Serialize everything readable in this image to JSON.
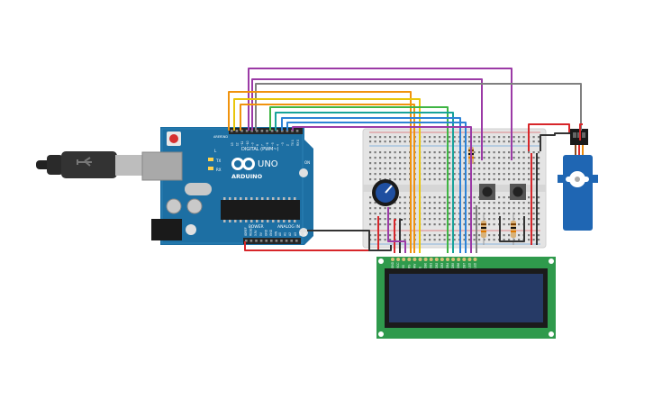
{
  "arduino": {
    "brand": "ARDUINO",
    "model": "UNO",
    "digital_header": "DIGITAL (PWM~)",
    "power_header": "POWER",
    "analog_header": "ANALOG IN",
    "aref": "AREF",
    "gnd": "GND",
    "tx_label": "TX",
    "rx_label": "RX",
    "on_label": "ON",
    "l_label": "L",
    "power_pins": [
      "IOREF",
      "RESET",
      "3.3V",
      "5V",
      "GND",
      "GND",
      "VIN"
    ],
    "analog_pins": [
      "A0",
      "A1",
      "A2",
      "A3",
      "A4",
      "A5"
    ],
    "digital_pins": [
      "13",
      "12",
      "~11",
      "~10",
      "~9",
      "8",
      "7",
      "~6",
      "~5",
      "4",
      "~3",
      "2",
      "TX 1",
      "RX 0"
    ]
  },
  "lcd": {
    "pin_labels": [
      "GND",
      "VCC",
      "V0",
      "RS",
      "RW",
      "E",
      "DB0",
      "DB1",
      "DB2",
      "DB3",
      "DB4",
      "DB5",
      "DB6",
      "DB7",
      "LED",
      "LED"
    ]
  },
  "colors": {
    "board": "#1d6fa3",
    "breadboard": "#e4e4e4",
    "lcd_pcb": "#2f9a4c",
    "lcd_screen": "#263a66",
    "servo": "#1f66b3",
    "wire_purple": "#9b3aa6",
    "wire_orange": "#f0930e",
    "wire_yellow": "#e9c60d",
    "wire_green": "#3fb544",
    "wire_teal": "#18a39a",
    "wire_blue": "#2d83d6",
    "wire_red": "#d7262a",
    "wire_black": "#333333",
    "wire_gray": "#808080"
  }
}
